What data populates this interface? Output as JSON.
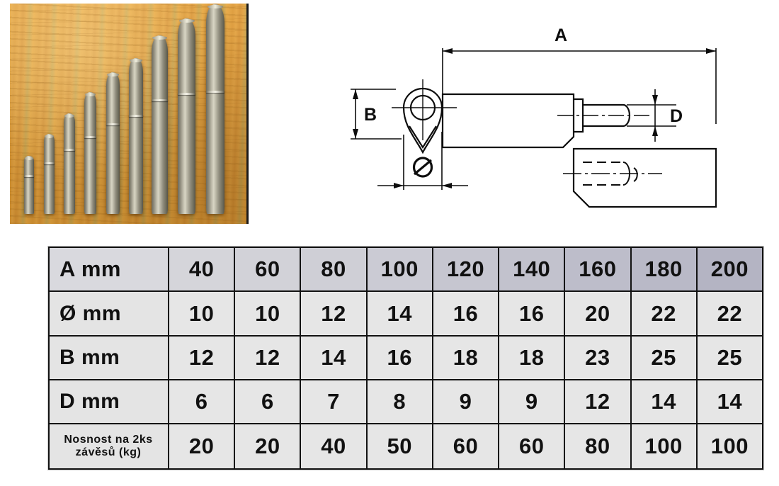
{
  "photo": {
    "alt_name": "weld-on-barrel-hinges-photo",
    "description": "Nine steel weld-on barrel hinges arranged by ascending size on a wooden board",
    "hinge_count": 9,
    "background_color": "#e0a03c",
    "metal_color": "#b4b1a0"
  },
  "drawing": {
    "name": "hinge-technical-drawing",
    "labels": {
      "length": "A",
      "width": "B",
      "pin_diameter": "D",
      "diameter_symbol": "Ø"
    }
  },
  "table": {
    "name": "hinge-specification-table",
    "rows": [
      {
        "label": "A",
        "unit": "mm",
        "label_full": "A mm",
        "is_header": true,
        "values": [
          "40",
          "60",
          "80",
          "100",
          "120",
          "140",
          "160",
          "180",
          "200"
        ]
      },
      {
        "label": "Ø",
        "unit": "mm",
        "label_full": "Ø mm",
        "is_header": false,
        "values": [
          "10",
          "10",
          "12",
          "14",
          "16",
          "16",
          "20",
          "22",
          "22"
        ]
      },
      {
        "label": "B",
        "unit": "mm",
        "label_full": "B mm",
        "is_header": false,
        "values": [
          "12",
          "12",
          "14",
          "16",
          "18",
          "18",
          "23",
          "25",
          "25"
        ]
      },
      {
        "label": "D",
        "unit": "mm",
        "label_full": "D mm",
        "is_header": false,
        "values": [
          "6",
          "6",
          "7",
          "8",
          "9",
          "9",
          "12",
          "14",
          "14"
        ]
      },
      {
        "label": "Nosnost na 2ks",
        "unit": "závěsů (kg)",
        "label_full": "Nosnost na 2ks závěsů (kg)",
        "label_line1": "Nosnost na 2ks",
        "label_line2": "závěsů (kg)",
        "is_header": false,
        "values": [
          "20",
          "20",
          "40",
          "50",
          "60",
          "60",
          "80",
          "100",
          "100"
        ]
      }
    ]
  },
  "chart_data": {
    "type": "table",
    "title": "Hinge dimension specification",
    "categories": [
      "40",
      "60",
      "80",
      "100",
      "120",
      "140",
      "160",
      "180",
      "200"
    ],
    "xlabel": "A mm",
    "series": [
      {
        "name": "Ø mm",
        "values": [
          10,
          10,
          12,
          14,
          16,
          16,
          20,
          22,
          22
        ]
      },
      {
        "name": "B mm",
        "values": [
          12,
          12,
          14,
          16,
          18,
          18,
          23,
          25,
          25
        ]
      },
      {
        "name": "D mm",
        "values": [
          6,
          6,
          7,
          8,
          9,
          9,
          12,
          14,
          14
        ]
      },
      {
        "name": "Nosnost na 2ks závěsů (kg)",
        "values": [
          20,
          20,
          40,
          50,
          60,
          60,
          80,
          100,
          100
        ]
      }
    ]
  }
}
